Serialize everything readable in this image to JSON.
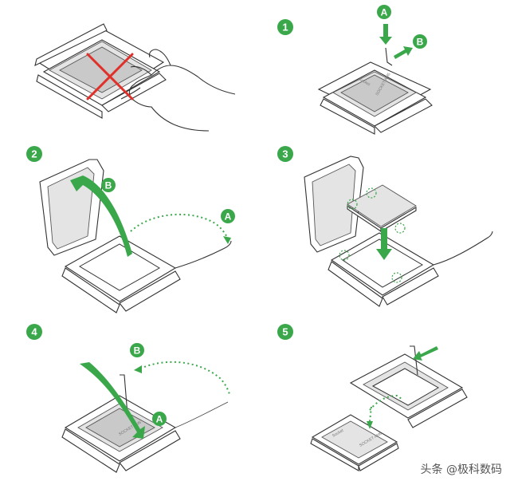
{
  "steps": [
    "1",
    "2",
    "3",
    "4",
    "5"
  ],
  "letters": {
    "a": "A",
    "b": "B"
  },
  "chip": {
    "label_main": "SOCKET AM5",
    "label_sub": "Socket"
  },
  "watermark": "头条 @极科数码",
  "colors": {
    "accent": "#3aa84a",
    "warning": "#e0302a"
  }
}
